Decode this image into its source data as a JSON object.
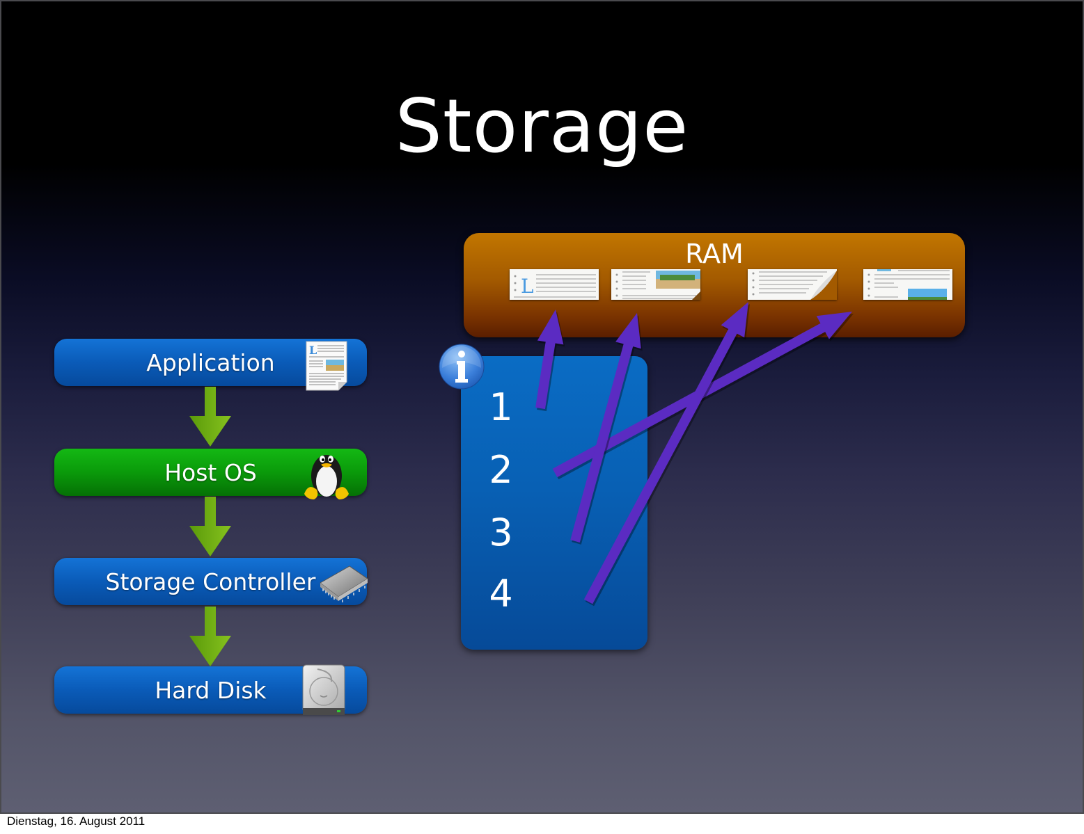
{
  "slide": {
    "title": "Storage",
    "stack": [
      {
        "label": "Application",
        "color": "blue",
        "icon": "document-icon"
      },
      {
        "label": "Host OS",
        "color": "green",
        "icon": "linux-penguin-icon"
      },
      {
        "label": "Storage Controller",
        "color": "blue",
        "icon": "chip-icon"
      },
      {
        "label": "Hard Disk",
        "color": "blue",
        "icon": "hard-disk-icon"
      }
    ],
    "ram": {
      "label": "RAM",
      "pages": [
        "page-1",
        "page-2",
        "page-3",
        "page-4"
      ]
    },
    "request_queue": {
      "icon": "info-icon",
      "items": [
        "1",
        "2",
        "3",
        "4"
      ]
    },
    "mappings": [
      {
        "from": "1",
        "to": "page-1"
      },
      {
        "from": "2",
        "to": "page-4"
      },
      {
        "from": "3",
        "to": "page-2"
      },
      {
        "from": "4",
        "to": "page-3"
      }
    ],
    "colors": {
      "stack_blue": "#0a5bb8",
      "stack_green": "#0a9a0a",
      "flow_arrow": "#6fb014",
      "ram_orange": "#a35a00",
      "mapping_arrow": "#5b2bc2"
    }
  },
  "footer": {
    "date": "Dienstag, 16. August 2011"
  }
}
